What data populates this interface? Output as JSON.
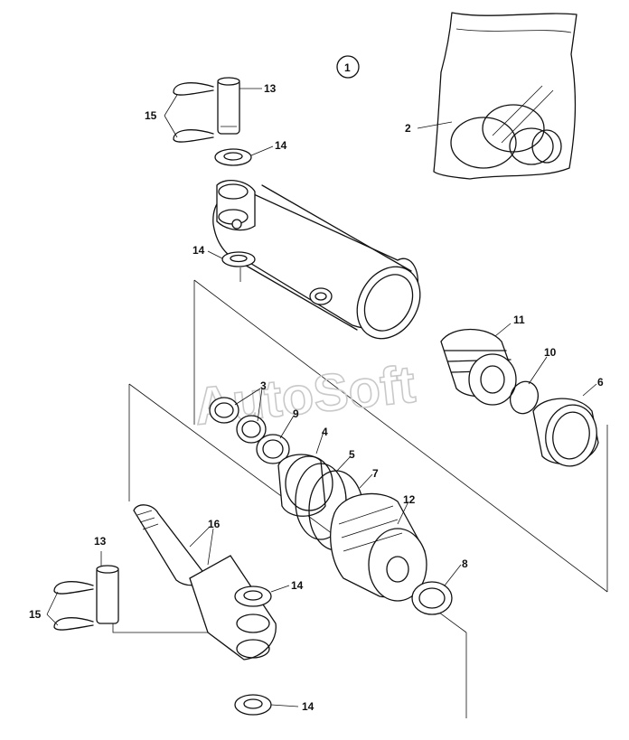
{
  "watermark": "AutoSoft",
  "diagram_number": "1",
  "callouts": {
    "c1": "1",
    "c2": "2",
    "c3": "3",
    "c4": "4",
    "c5": "5",
    "c6": "6",
    "c7": "7",
    "c8": "8",
    "c9": "9",
    "c10": "10",
    "c11": "11",
    "c12": "12",
    "c13_top": "13",
    "c13_bottom": "13",
    "c14_top": "14",
    "c14_mid": "14",
    "c14_rod": "14",
    "c14_bottom": "14",
    "c15_top": "15",
    "c15_bottom": "15",
    "c16": "16"
  }
}
